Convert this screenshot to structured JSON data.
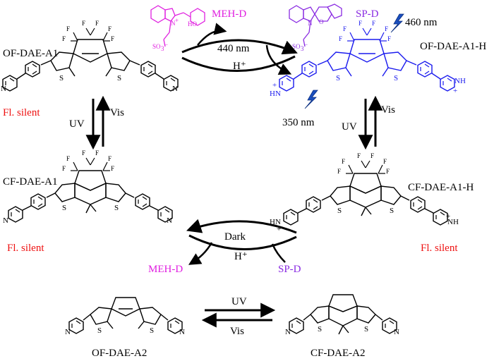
{
  "colors": {
    "black": "#000000",
    "red": "#ee1111",
    "blue": "#1a1aee",
    "magenta": "#e020e0",
    "purple": "#8a2be2"
  },
  "labels": {
    "of_dae_a1": "OF-DAE-A1",
    "of_dae_a1_h": "OF-DAE-A1-H",
    "cf_dae_a1": "CF-DAE-A1",
    "cf_dae_a1_h": "CF-DAE-A1-H",
    "of_dae_a2": "OF-DAE-A2",
    "cf_dae_a2": "CF-DAE-A2",
    "meh_d_top": "MEH-D",
    "sp_d_top": "SP-D",
    "meh_d_bottom": "MEH-D",
    "sp_d_bottom": "SP-D",
    "fl_silent_1": "Fl. silent",
    "fl_silent_2": "Fl. silent",
    "fl_silent_3": "Fl. silent"
  },
  "conditions": {
    "top_wavelength": "440 nm",
    "top_acid": "H⁺",
    "bottom_dark": "Dark",
    "bottom_acid": "H⁺",
    "left_uv": "UV",
    "left_vis": "Vis",
    "right_uv": "UV",
    "right_vis": "Vis",
    "bottom_uv": "UV",
    "bottom_vis": "Vis",
    "emission_460": "460 nm",
    "excitation_350": "350 nm"
  },
  "atoms": {
    "F": "F",
    "S": "S",
    "N": "N",
    "NH_plus": "NH",
    "HN_plus": "HN",
    "plus": "+",
    "HO": "HO",
    "O": "O",
    "SO3": "SO",
    "three": "3",
    "minus": "−"
  }
}
